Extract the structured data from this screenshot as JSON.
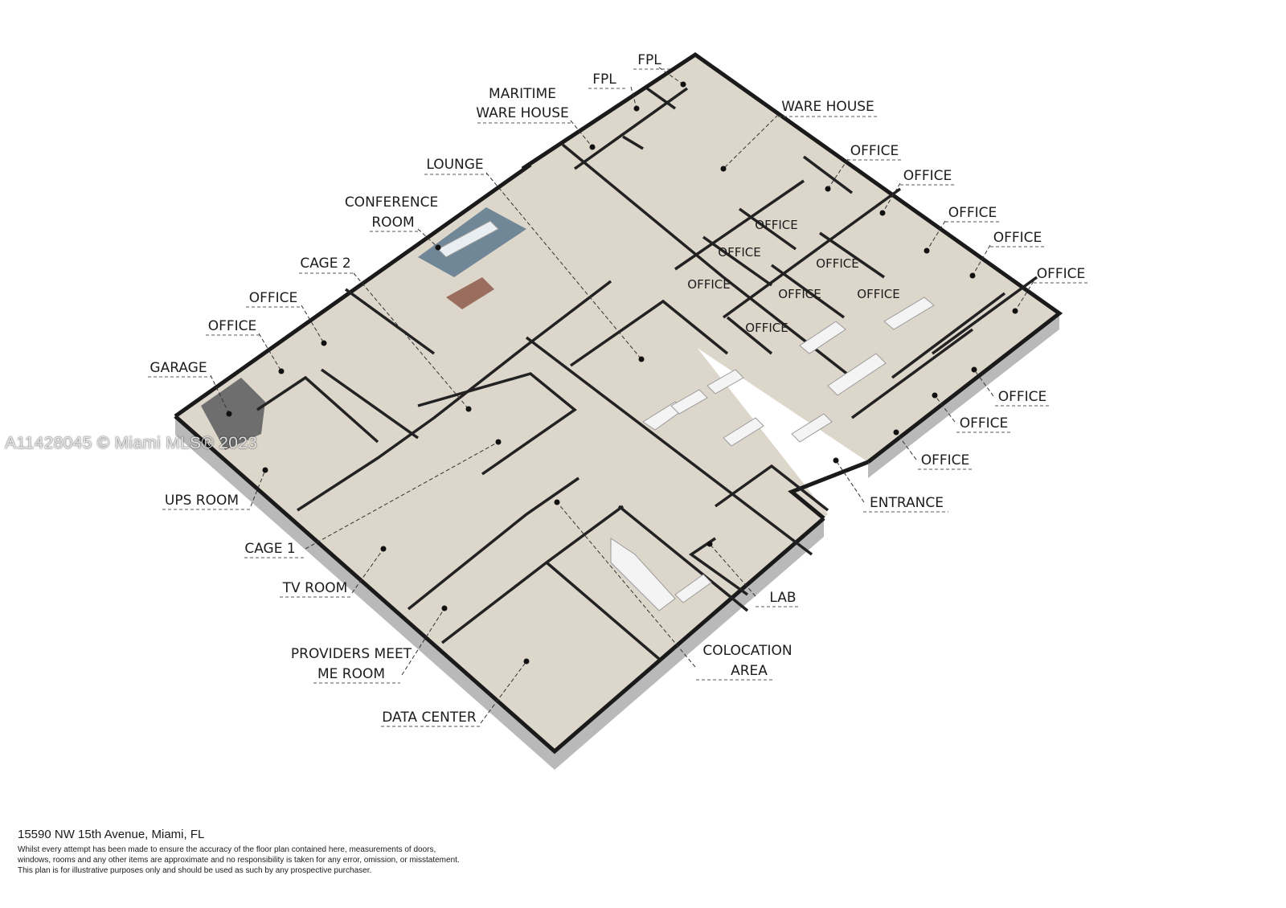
{
  "watermark": "A11428045 © Miami MLS® 2023",
  "address": "15590 NW 15th Avenue, Miami, FL",
  "disclaimer": [
    "Whilst every attempt has been made to ensure the accuracy of the floor plan contained here, measurements of doors,",
    "windows, rooms and any other items are approximate and no responsibility is taken for any error, omission, or misstatement.",
    "This plan is for illustrative purposes only and should be used as such by any prospective purchaser."
  ],
  "colors": {
    "floor": "#ddd6cb",
    "wall": "#1a1a1a",
    "wall_side": "#b9b9b9",
    "garage": "#6e6e6e",
    "conference": "#6f8796"
  },
  "labels": {
    "fpl_1": "FPL",
    "fpl_2": "FPL",
    "maritime_1": "MARITIME",
    "maritime_2": "WARE HOUSE",
    "warehouse": "WARE HOUSE",
    "lounge": "LOUNGE",
    "conference_1": "CONFERENCE",
    "conference_2": "ROOM",
    "cage_2": "CAGE 2",
    "office_left_1": "OFFICE",
    "office_left_2": "OFFICE",
    "garage": "GARAGE",
    "ups_room": "UPS ROOM",
    "cage_1": "CAGE 1",
    "tv_room": "TV ROOM",
    "providers_1": "PROVIDERS MEET",
    "providers_2": "ME ROOM",
    "data_center": "DATA CENTER",
    "colocation_1": "COLOCATION",
    "colocation_2": "AREA",
    "lab": "LAB",
    "entrance": "ENTRANCE",
    "office_r1": "OFFICE",
    "office_r2": "OFFICE",
    "office_r3": "OFFICE",
    "office_r4": "OFFICE",
    "office_r5": "OFFICE",
    "office_r6": "OFFICE",
    "office_r7": "OFFICE",
    "office_r8": "OFFICE",
    "office_in1": "OFFICE",
    "office_in2": "OFFICE",
    "office_in3": "OFFICE",
    "office_in4": "OFFICE",
    "office_in5": "OFFICE",
    "office_in6": "OFFICE",
    "office_in7": "OFFICE"
  }
}
